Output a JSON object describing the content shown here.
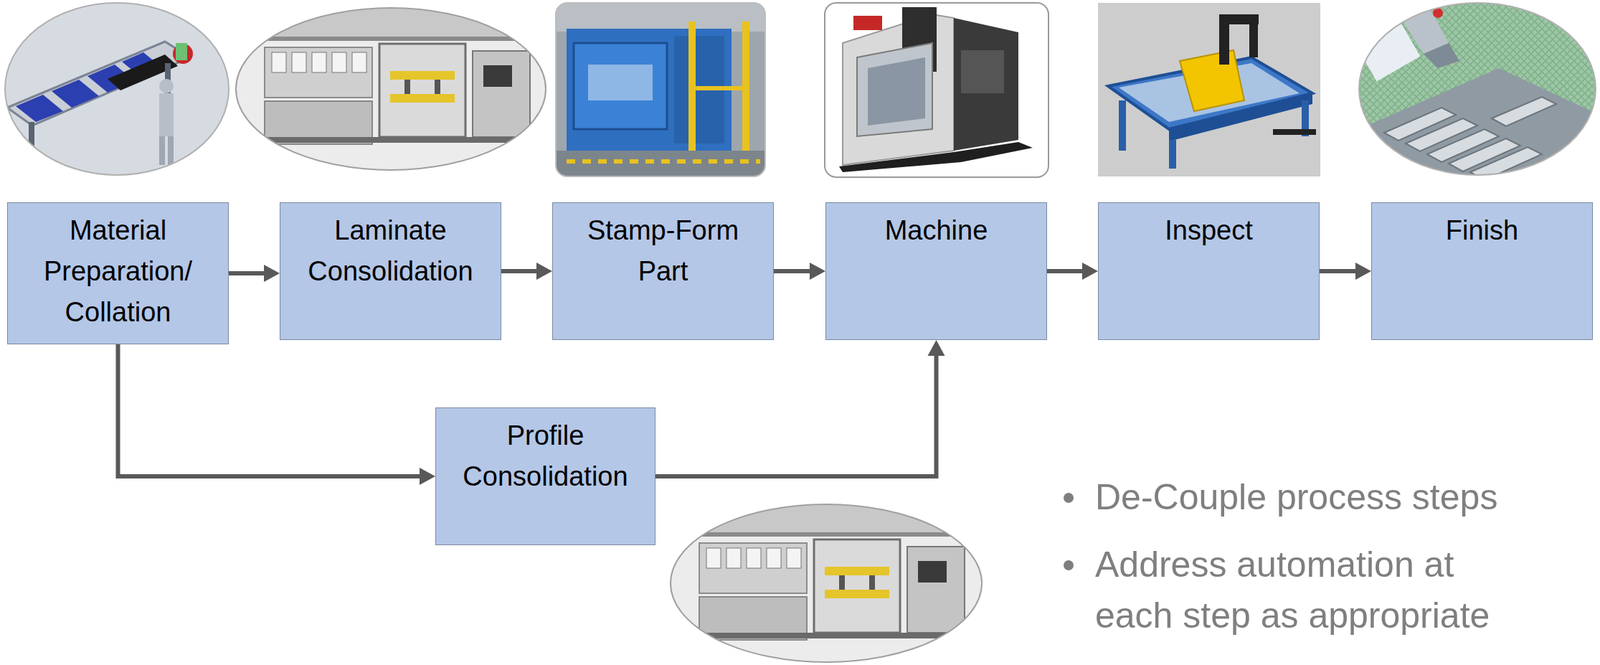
{
  "diagram": {
    "nodes": [
      {
        "text": [
          "Material Preparation/ Collation"
        ]
      },
      {
        "text": [
          "Laminate Consolidation"
        ]
      },
      {
        "text": [
          "Stamp-Form Part"
        ]
      },
      {
        "text": [
          "Machine"
        ]
      },
      {
        "text": [
          "Inspect"
        ]
      },
      {
        "text": [
          "Finish"
        ]
      },
      {
        "text": [
          "Profile Consolidation"
        ]
      }
    ],
    "edges": [
      {
        "from": 0,
        "to": 1,
        "arrow": "to"
      },
      {
        "from": 1,
        "to": 2,
        "arrow": "to"
      },
      {
        "from": 2,
        "to": 3,
        "arrow": "to"
      },
      {
        "from": 3,
        "to": 4,
        "arrow": "to"
      },
      {
        "from": 4,
        "to": 5,
        "arrow": "to"
      },
      {
        "from": 0,
        "to": 6,
        "arrow": "to"
      },
      {
        "from": 6,
        "to": 3,
        "arrow": "to"
      }
    ],
    "labels": [
      "De-Couple process steps",
      "Address automation at each step as appropriate"
    ]
  }
}
